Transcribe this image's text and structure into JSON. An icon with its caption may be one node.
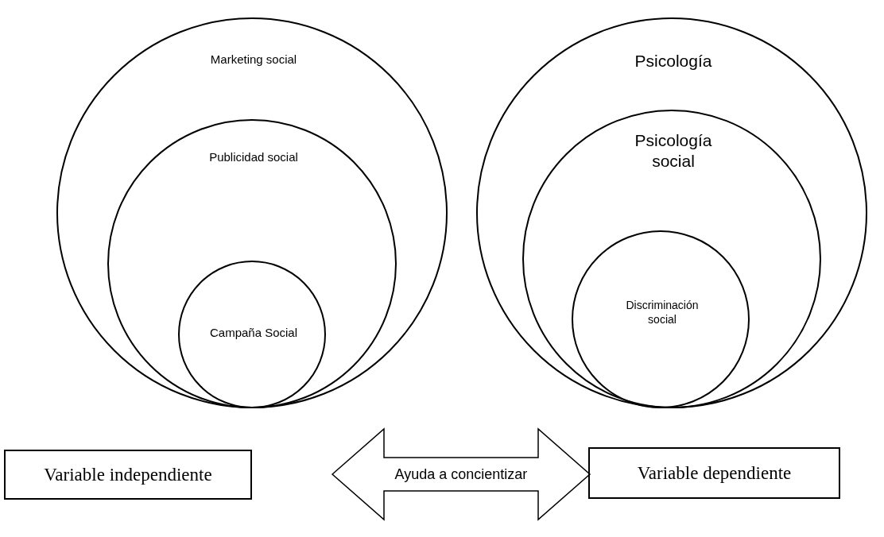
{
  "diagram": {
    "nodes": [
      {
        "text": [
          "Marketing social"
        ]
      },
      {
        "text": [
          "Publicidad social"
        ],
        "in": 0
      },
      {
        "text": [
          "Campaña Social"
        ],
        "in": 1
      },
      {
        "text": [
          "Psicología"
        ]
      },
      {
        "text": [
          "Psicología social"
        ],
        "in": 3
      },
      {
        "text": [
          "Discriminación social"
        ],
        "in": 4
      },
      {
        "text": [
          "Variable independiente"
        ]
      },
      {
        "text": [
          "Variable dependiente"
        ]
      }
    ],
    "edges": [
      {
        "from": 6,
        "to": 7,
        "arrow": "both",
        "label": "Ayuda a concientizar"
      }
    ]
  }
}
